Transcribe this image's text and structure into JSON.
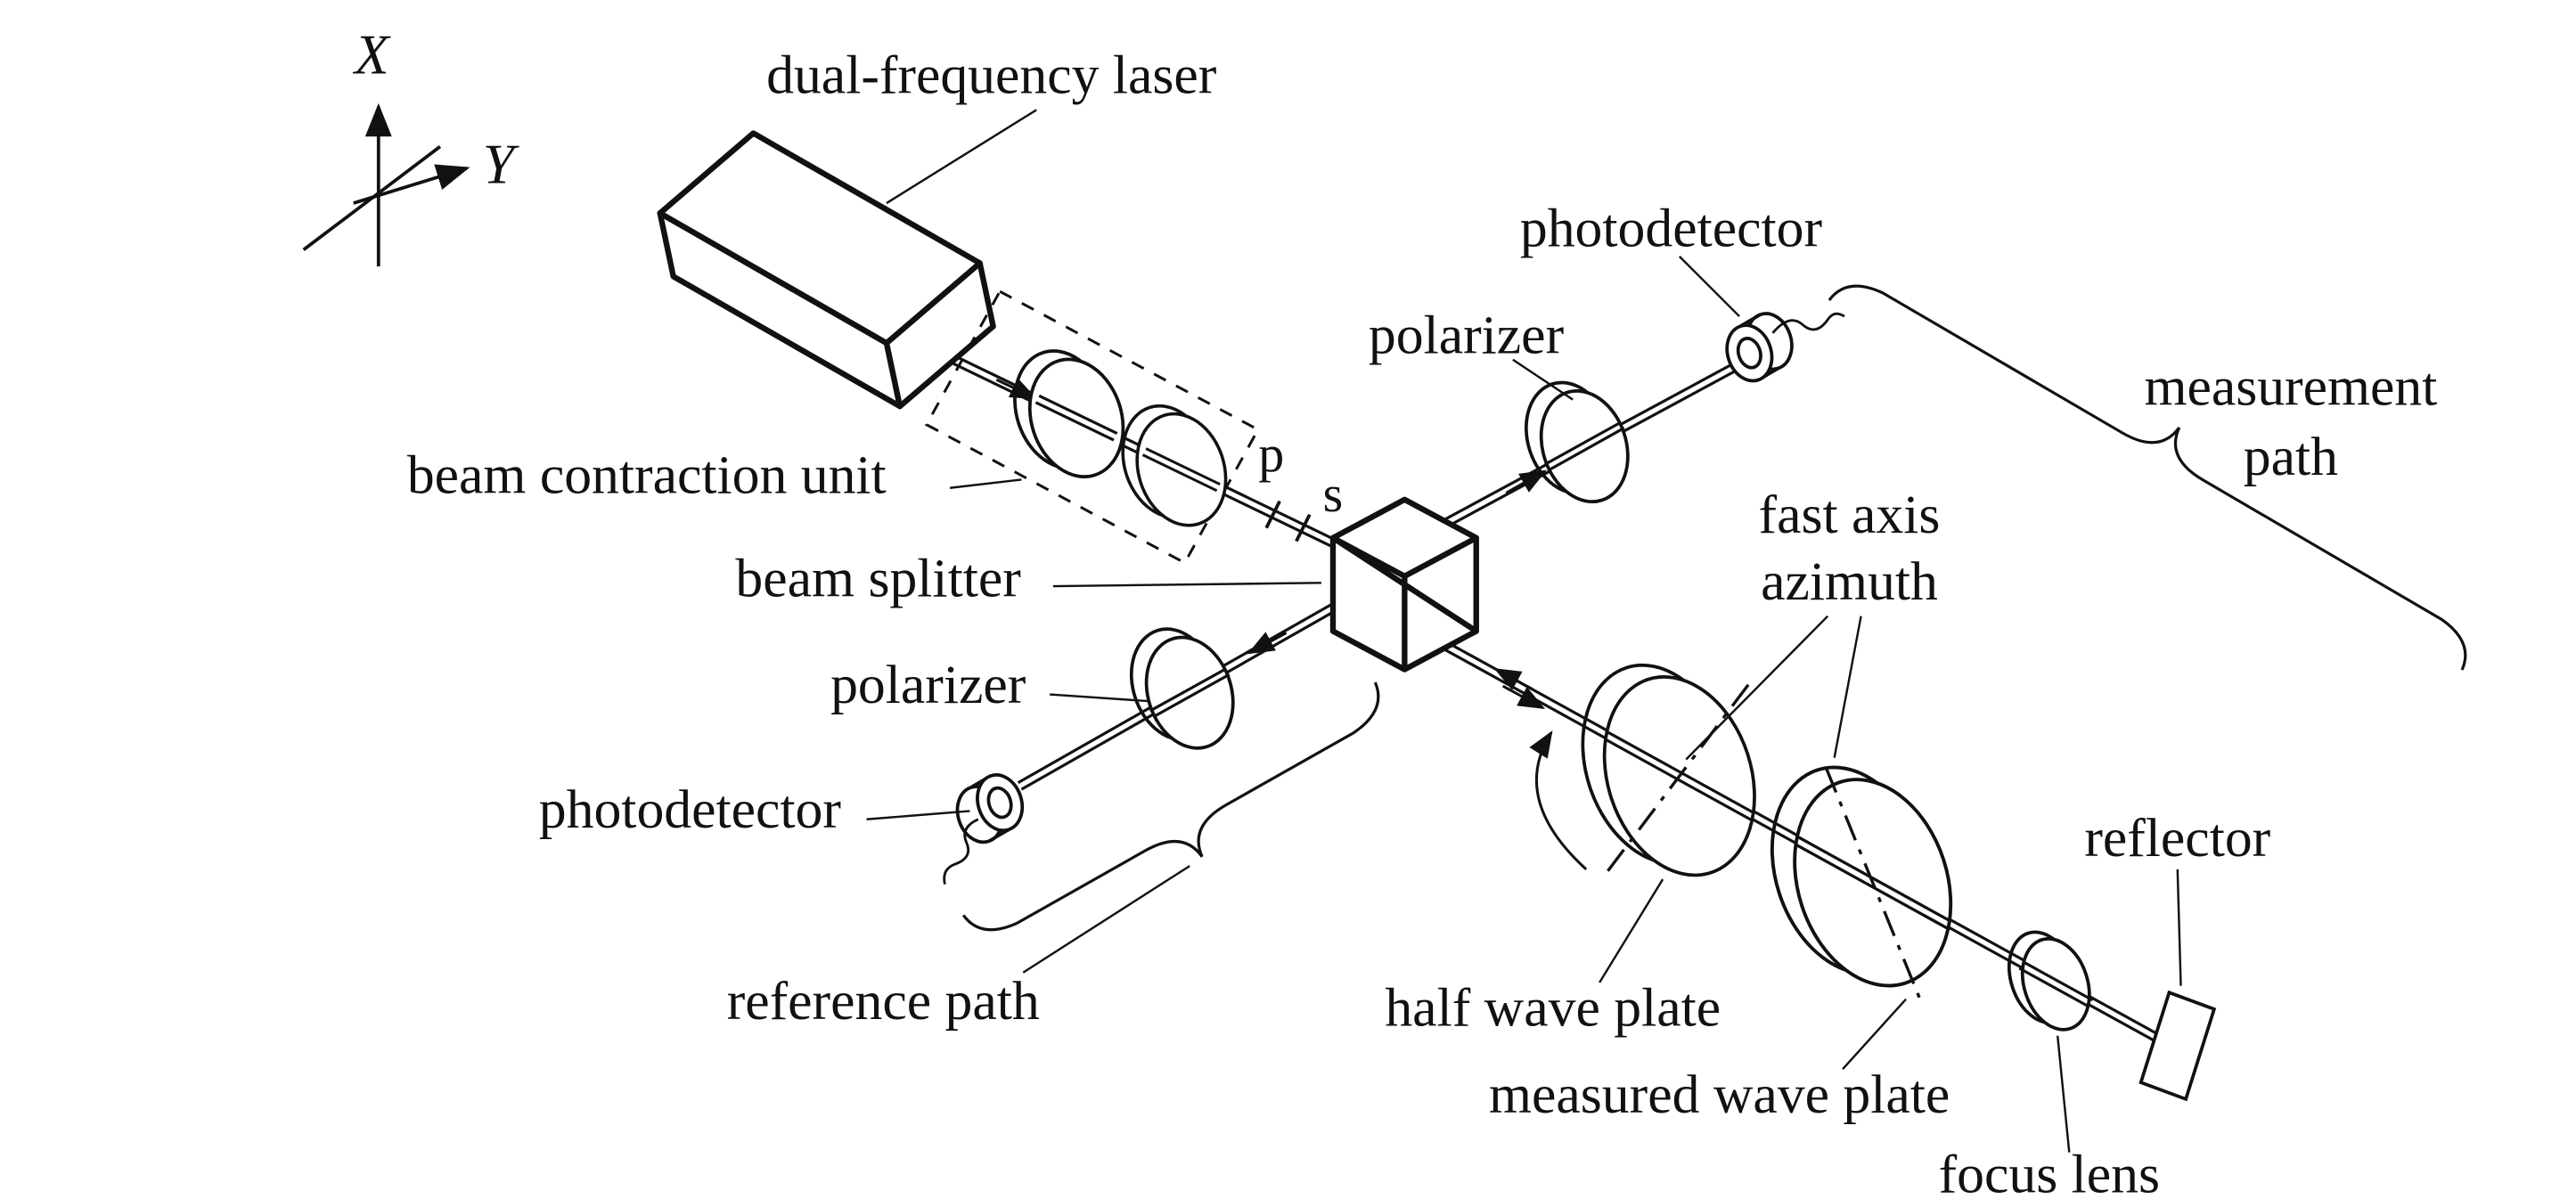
{
  "axes": {
    "x": "X",
    "y": "Y"
  },
  "polarization": {
    "p": "p",
    "s": "s"
  },
  "components": {
    "laser": "dual-frequency laser",
    "beam_contraction_unit": "beam contraction unit",
    "beam_splitter": "beam splitter",
    "polarizer_measurement": "polarizer",
    "polarizer_reference": "polarizer",
    "photodetector_measurement": "photodetector",
    "photodetector_reference": "photodetector",
    "half_wave_plate": "half wave plate",
    "measured_wave_plate": "measured wave plate",
    "focus_lens": "focus lens",
    "reflector": "reflector"
  },
  "paths": {
    "measurement_line1": "measurement",
    "measurement_line2": "path",
    "reference": "reference path"
  },
  "annotations": {
    "fast_axis_line1": "fast axis",
    "fast_axis_line2": "azimuth"
  },
  "colors": {
    "ink": "#111111",
    "background": "#ffffff"
  }
}
